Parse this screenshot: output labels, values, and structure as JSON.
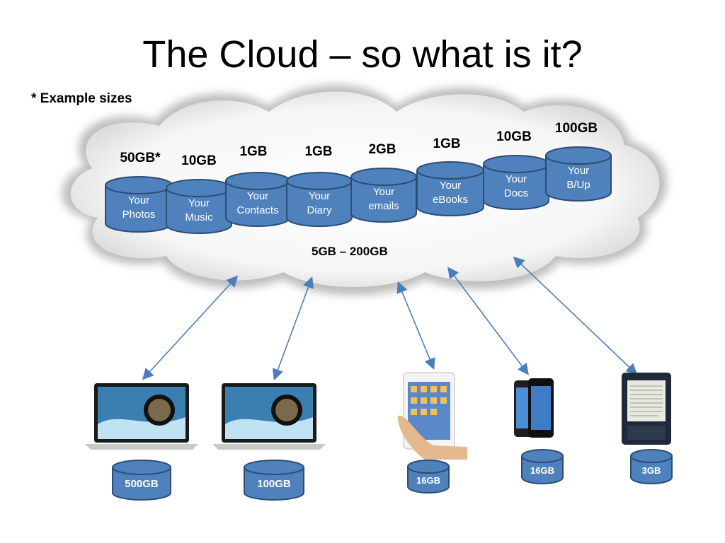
{
  "title": "The Cloud – so what is it?",
  "note": "* Example sizes",
  "cloud_range": "5GB – 200GB",
  "cloud_storage": [
    {
      "size": "50GB*",
      "label": "Your\nPhotos"
    },
    {
      "size": "10GB",
      "label": "Your\nMusic"
    },
    {
      "size": "1GB",
      "label": "Your\nContacts"
    },
    {
      "size": "1GB",
      "label": "Your\nDiary"
    },
    {
      "size": "2GB",
      "label": "Your\nemails"
    },
    {
      "size": "1GB",
      "label": "Your\neBooks"
    },
    {
      "size": "10GB",
      "label": "Your\nDocs"
    },
    {
      "size": "100GB",
      "label": "Your\nB/Up"
    }
  ],
  "devices": [
    {
      "name": "laptop-1",
      "storage": "500GB"
    },
    {
      "name": "laptop-2",
      "storage": "100GB"
    },
    {
      "name": "tablet",
      "storage": "16GB"
    },
    {
      "name": "phone",
      "storage": "16GB"
    },
    {
      "name": "ereader",
      "storage": "3GB"
    }
  ],
  "colors": {
    "cylinder": "#4f81bd",
    "cylinder_edge": "#2c4d75",
    "arrow": "#4a7ebb"
  }
}
